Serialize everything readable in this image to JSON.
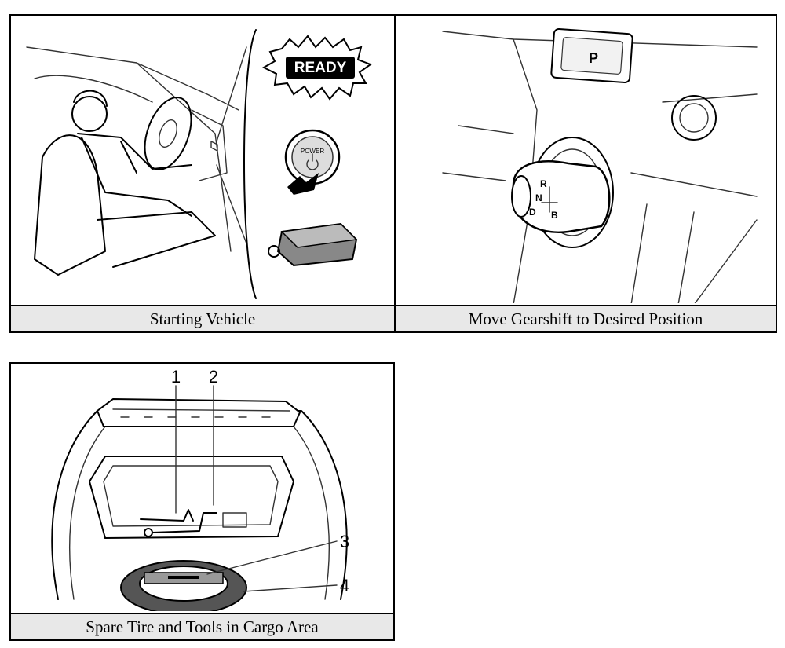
{
  "figures": [
    {
      "caption": "Starting Vehicle",
      "illustration_text": {
        "ready_badge": "READY",
        "power_button": "POWER"
      }
    },
    {
      "caption": "Move Gearshift to Desired Position",
      "illustration_text": {
        "park_button": "P",
        "gear_letters": [
          "R",
          "N",
          "D",
          "B"
        ]
      }
    },
    {
      "caption": "Spare Tire and Tools in Cargo Area",
      "callouts": [
        "1",
        "2",
        "3",
        "4"
      ]
    }
  ]
}
